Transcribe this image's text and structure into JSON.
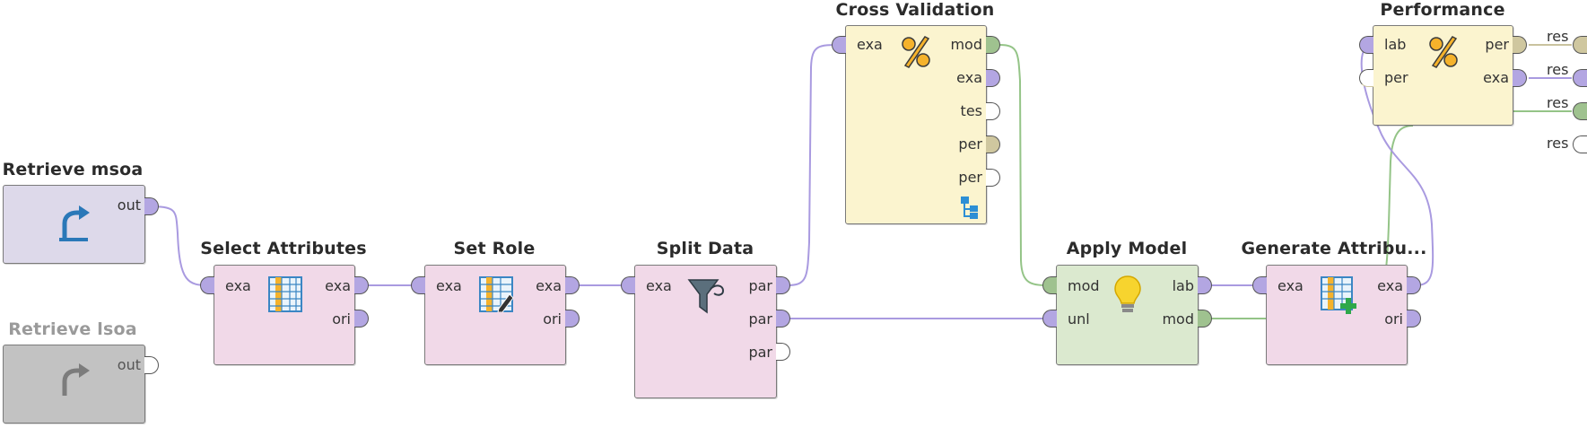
{
  "colors": {
    "canvas": "#ffffff",
    "op_pink": "#f1d9e8",
    "op_lavender": "#ddd9ea",
    "op_yellow": "#fbf4cf",
    "op_green": "#dbe9cf",
    "op_disabled": "#c2c2c2",
    "port_example": "#b3a6e2",
    "port_model": "#9fc28f",
    "port_performance": "#cfc79f",
    "port_empty": "#ffffff",
    "wire_example": "#a99ae0",
    "wire_model": "#94c487",
    "wire_performance": "#c9c29e"
  },
  "operators": {
    "retrieve_msoa": {
      "title": "Retrieve msoa",
      "out_port": "out",
      "icon": "retrieve-arrow-icon"
    },
    "retrieve_lsoa": {
      "title": "Retrieve lsoa",
      "out_port": "out",
      "icon": "retrieve-arrow-icon",
      "disabled": true
    },
    "select_attributes": {
      "title": "Select Attributes",
      "in_exa": "exa",
      "out_exa": "exa",
      "out_ori": "ori",
      "icon": "table-columns-icon"
    },
    "set_role": {
      "title": "Set Role",
      "in_exa": "exa",
      "out_exa": "exa",
      "out_ori": "ori",
      "icon": "table-edit-icon"
    },
    "split_data": {
      "title": "Split Data",
      "in_exa": "exa",
      "out_par1": "par",
      "out_par2": "par",
      "out_par3": "par",
      "icon": "funnel-icon"
    },
    "cross_validation": {
      "title": "Cross Validation",
      "in_exa": "exa",
      "out_mod": "mod",
      "out_exa": "exa",
      "out_tes": "tes",
      "out_per1": "per",
      "out_per2": "per",
      "icon": "percent-icon",
      "sub_icon": "subprocess-icon"
    },
    "apply_model": {
      "title": "Apply Model",
      "in_mod": "mod",
      "in_unl": "unl",
      "out_lab": "lab",
      "out_mod": "mod",
      "icon": "lightbulb-icon"
    },
    "generate_attributes": {
      "title": "Generate Attribu...",
      "in_exa": "exa",
      "out_exa": "exa",
      "out_ori": "ori",
      "icon": "table-add-icon"
    },
    "performance": {
      "title": "Performance",
      "in_lab": "lab",
      "in_per": "per",
      "out_per": "per",
      "out_exa": "exa",
      "icon": "percent-icon"
    }
  },
  "result_ports": [
    "res",
    "res",
    "res",
    "res"
  ]
}
